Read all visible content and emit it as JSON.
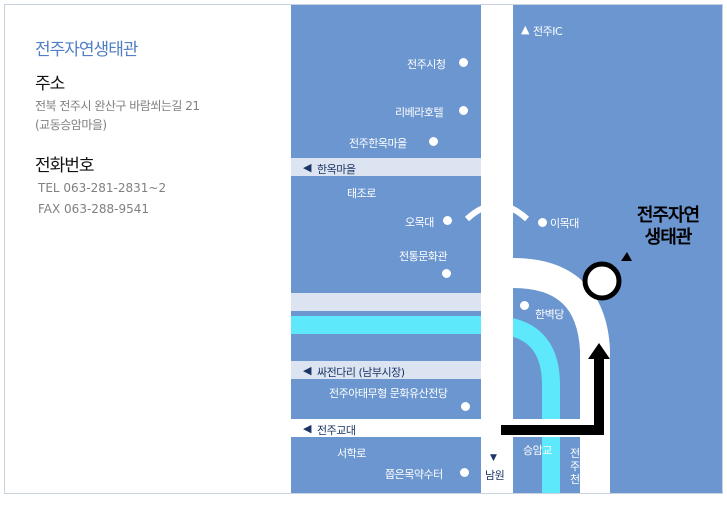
{
  "info": {
    "venue_name": "전주자연생태관",
    "address_heading": "주소",
    "address_line1": "전북 전주시 완산구 바람쐬는길 21",
    "address_line2": "(교동승암마을)",
    "phone_heading": "전화번호",
    "tel": "TEL  063-281-2831~2",
    "fax": "FAX  063-288-9541"
  },
  "map": {
    "north_label": "전주IC",
    "north_arrow": "▲",
    "south_arrow": "▼",
    "left_arrow": "◀",
    "city_hall": "전주시청",
    "riviera_hotel": "리베라호텔",
    "hanok_maeul": "전주한옥마을",
    "hanok_maeul_road": "한옥마을",
    "taejo_ro": "태조로",
    "omokdae": "오목대",
    "imokdae": "이목대",
    "traditional_culture_hall": "전통문화관",
    "hanbyeokdang": "한벽당",
    "ssajeon_dari": "싸전다리 (남부시장)",
    "intangible_heritage_hall": "전주아태무형 문화유산전당",
    "jeonju_univ_edu": "전주교대",
    "seohak_ro": "서학로",
    "jjokmul_supplier": "쫍은목약수터",
    "seungam_bridge": "승암교",
    "namwon": "남원",
    "jeonju_stream_chars": [
      "전",
      "주",
      "천"
    ],
    "venue_line1": "전주자연",
    "venue_line2": "생태관"
  },
  "colors": {
    "map_background": "#6b96cf",
    "road": "#ffffff",
    "light_road": "#dbe4f0",
    "stream": "#5de8fb",
    "route_arrow": "#000000",
    "venue_title": "#4f7fc4"
  }
}
